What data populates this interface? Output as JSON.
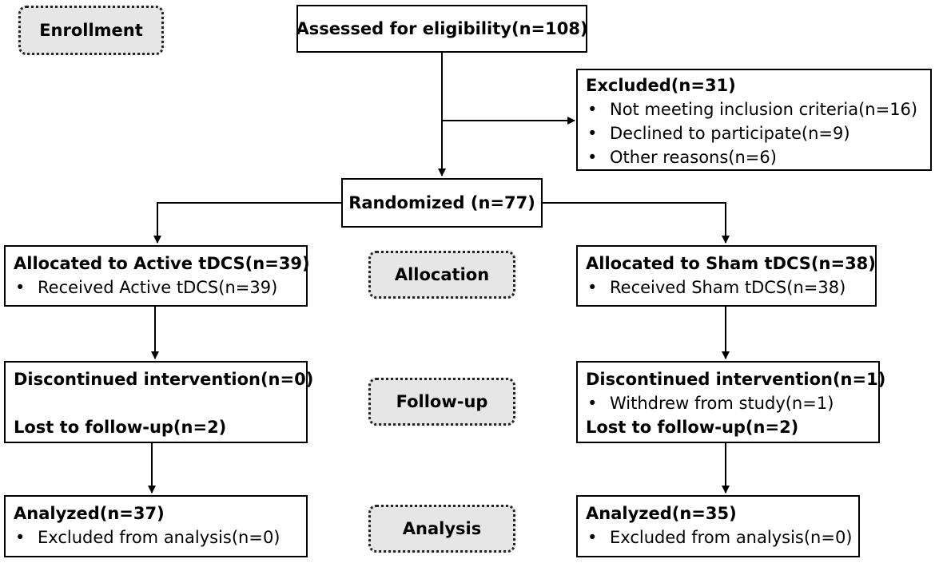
{
  "phases": {
    "enrollment": "Enrollment",
    "allocation": "Allocation",
    "followup": "Follow-up",
    "analysis": "Analysis"
  },
  "assessed": "Assessed for eligibility(n=108)",
  "excluded": {
    "title": "Excluded(n=31)",
    "items": [
      "Not meeting inclusion criteria(n=16)",
      "Declined to participate(n=9)",
      "Other reasons(n=6)"
    ]
  },
  "randomized": "Randomized (n=77)",
  "active": {
    "allocation_title": "Allocated to Active tDCS(n=39)",
    "allocation_item": "Received Active tDCS(n=39)",
    "discontinued": "Discontinued intervention(n=0)",
    "lost": "Lost to follow-up(n=2)",
    "analyzed_title": "Analyzed(n=37)",
    "analyzed_item": "Excluded from analysis(n=0)"
  },
  "sham": {
    "allocation_title": "Allocated to Sham tDCS(n=38)",
    "allocation_item": "Received Sham tDCS(n=38)",
    "discontinued": "Discontinued intervention(n=1)",
    "withdrew": "Withdrew from study(n=1)",
    "lost": "Lost to follow-up(n=2)",
    "analyzed_title": "Analyzed(n=35)",
    "analyzed_item": "Excluded from analysis(n=0)"
  }
}
